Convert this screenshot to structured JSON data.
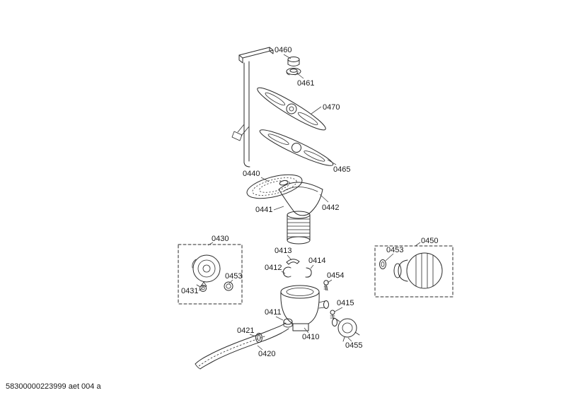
{
  "page": {
    "background": "#ffffff",
    "line_color": "#2a2a2a",
    "leader_color": "#444444",
    "text_color": "#1a1a1a",
    "footer_code": "58300000223999 aet 004 a"
  },
  "labels": {
    "part_0460": "0460",
    "part_0461": "0461",
    "part_0470": "0470",
    "part_0465": "0465",
    "part_0440": "0440",
    "part_0441": "0441",
    "part_0442": "0442",
    "part_0430": "0430",
    "part_0453_left": "0453",
    "part_0431": "0431",
    "part_0413": "0413",
    "part_0412": "0412",
    "part_0414": "0414",
    "part_0454": "0454",
    "part_0450": "0450",
    "part_0453_right": "0453",
    "part_0411": "0411",
    "part_0415": "0415",
    "part_0421": "0421",
    "part_0410": "0410",
    "part_0420": "0420",
    "part_0455": "0455"
  }
}
